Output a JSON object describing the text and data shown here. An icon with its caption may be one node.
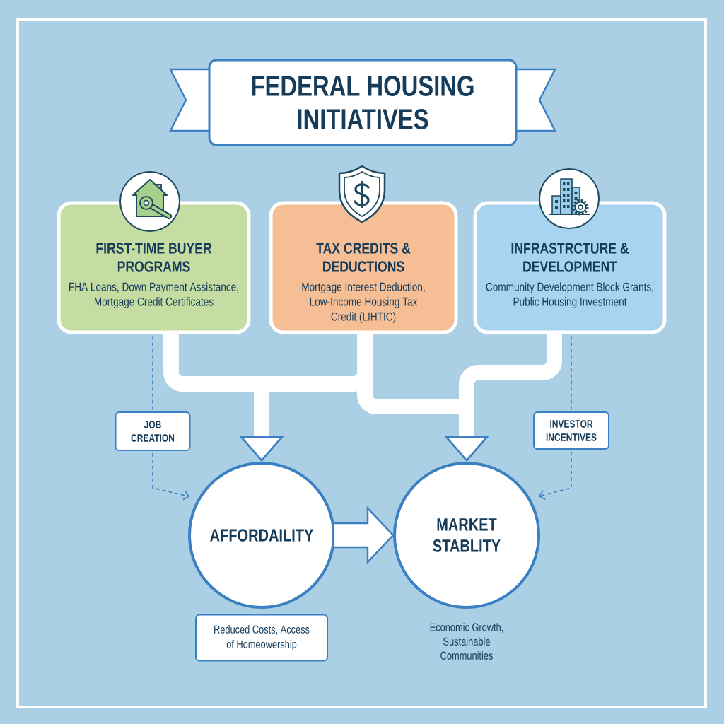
{
  "diagram": {
    "title": "FEDERAL HOUSING INITIATIVES",
    "nodes": [
      {
        "text": [
          "FIRST-TIME BUYER PROGRAMS",
          "FHA Loans, Down Payment Assistance, Mortgage Credit Certificates"
        ]
      },
      {
        "text": [
          "TAX CREDITS & DEDUCTIONS",
          "Mortgage Interest Deduction, Low-Income Housing Tax Credit (LIHTIC)"
        ]
      },
      {
        "text": [
          "INFRASTRCTURE & DEVELOPMENT",
          "Community Development Block Grants, Public Housing Investment"
        ]
      },
      {
        "text": [
          "JOB CREATION"
        ]
      },
      {
        "text": [
          "INVESTOR INCENTIVES"
        ]
      },
      {
        "text": [
          "AFFORDAILITY"
        ]
      },
      {
        "text": [
          "MARKET STABLITY"
        ],
        "beside": [
          "Economic Growth, Sustainable Communities"
        ]
      },
      {
        "text": [
          "Reduced Costs, Access of Homeowership"
        ]
      }
    ],
    "edges": [
      {
        "from": 0,
        "to": 5,
        "arrow": "to",
        "style": "thick"
      },
      {
        "from": 1,
        "to": 5,
        "arrow": "to",
        "style": "thick"
      },
      {
        "from": 1,
        "to": 6,
        "arrow": "to",
        "style": "thick"
      },
      {
        "from": 2,
        "to": 6,
        "arrow": "to",
        "style": "thick"
      },
      {
        "from": 5,
        "to": 6,
        "arrow": "to"
      },
      {
        "from": 0,
        "to": 3,
        "arrow": "none",
        "style": "dashed",
        "color": "#3a80c2"
      },
      {
        "from": 3,
        "to": 5,
        "arrow": "to",
        "style": "dashed",
        "color": "#3a80c2"
      },
      {
        "from": 2,
        "to": 4,
        "arrow": "none",
        "style": "dashed",
        "color": "#3a80c2"
      },
      {
        "from": 4,
        "to": 6,
        "arrow": "to",
        "style": "dashed",
        "color": "#3a80c2"
      }
    ]
  }
}
